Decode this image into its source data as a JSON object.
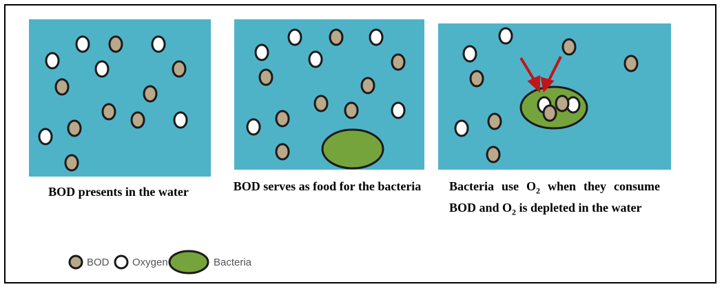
{
  "colors": {
    "water": "#4fb3c8",
    "bod": "#b9a889",
    "oxygen": "#ffffff",
    "bacteria": "#76a43c",
    "outline": "#1a1a1a",
    "arrow": "#c0151b"
  },
  "panels": [
    {
      "caption": "BOD presents in the water",
      "bacteria": [],
      "arrows": 0
    },
    {
      "caption": "BOD serves as food for the bacteria",
      "bacteria": [
        "bacteria"
      ],
      "arrows": 0
    },
    {
      "caption_parts": [
        "Bacteria use O",
        "2",
        " when they consume BOD and O",
        "2",
        " is depleted in the water"
      ],
      "bacteria": [
        "bacteria"
      ],
      "arrows": 2
    }
  ],
  "legend": {
    "items": [
      {
        "icon": "bod-icon",
        "label": "BOD"
      },
      {
        "icon": "oxygen-icon",
        "label": "Oxygen"
      },
      {
        "icon": "bacteria-icon",
        "label": "Bacteria"
      }
    ]
  }
}
